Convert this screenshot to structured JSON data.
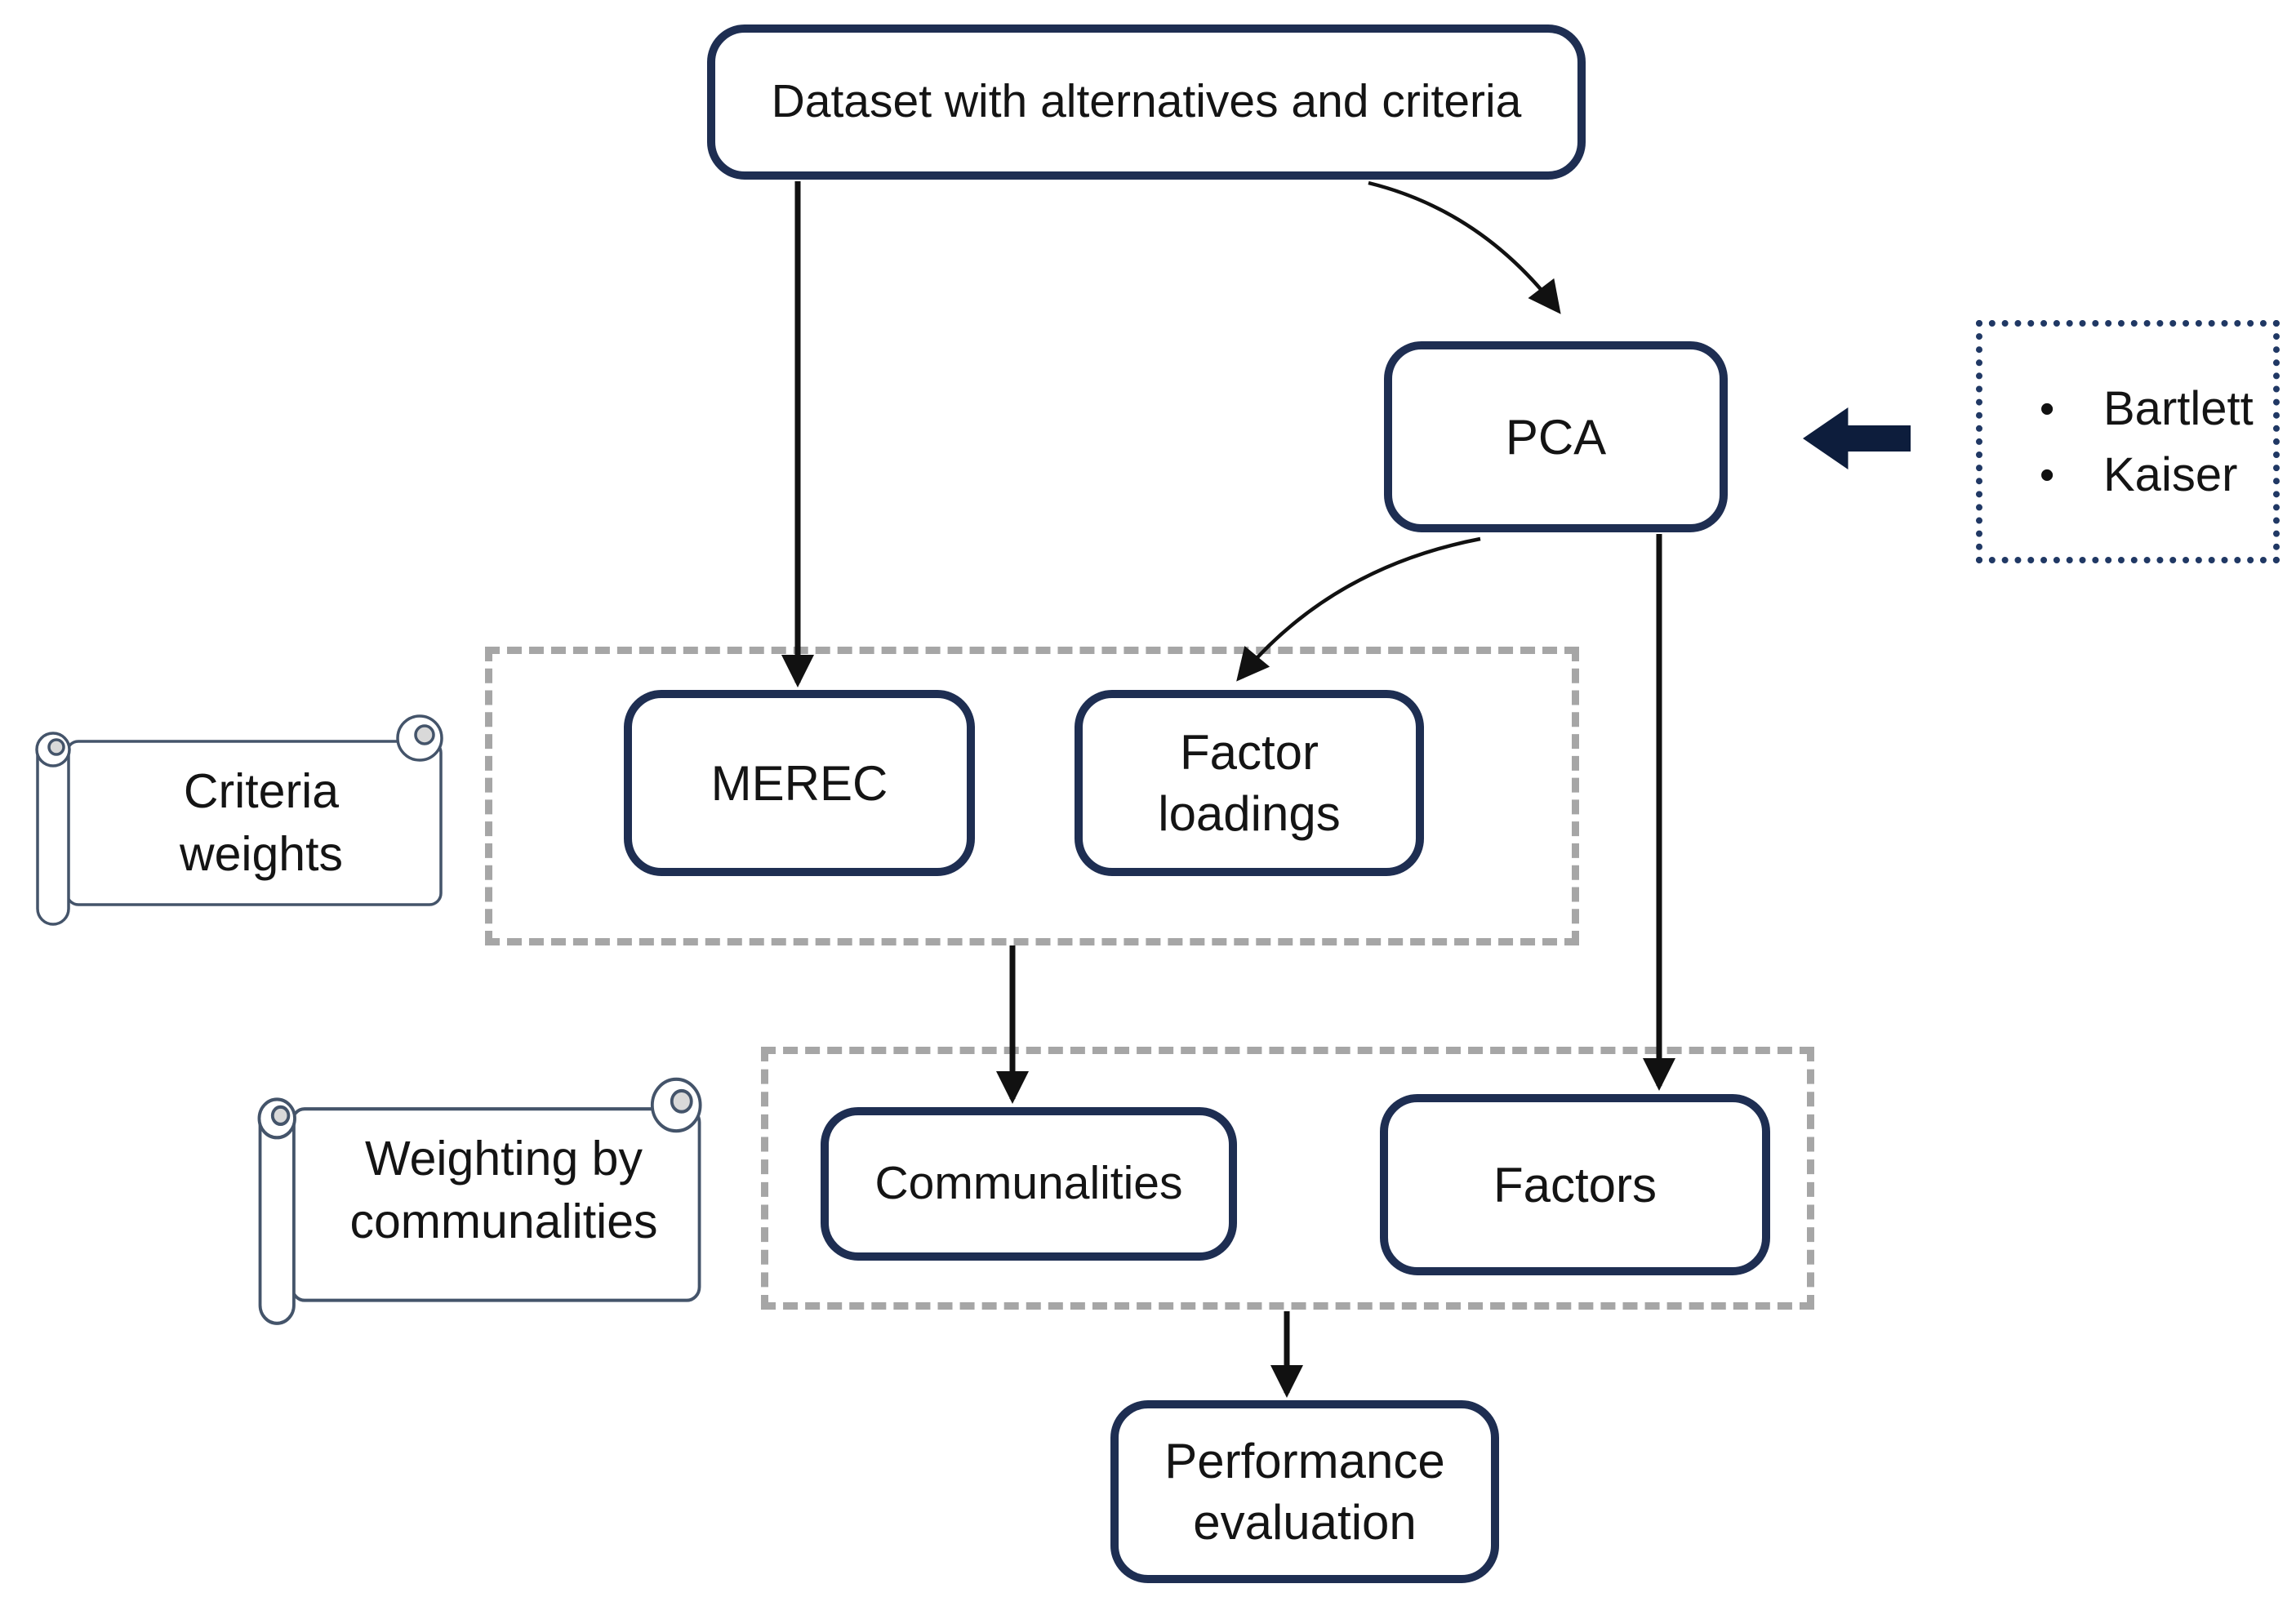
{
  "diagram": {
    "nodes": {
      "dataset": "Dataset with alternatives and criteria",
      "pca": "PCA",
      "merec": "MEREC",
      "factor_loadings": "Factor loadings",
      "communalities": "Communalities",
      "factors": "Factors",
      "performance": "Performance evaluation"
    },
    "side_panel": {
      "bullet": "•",
      "items": [
        "Bartlett",
        "Kaiser"
      ]
    },
    "scrolls": {
      "criteria_weights": "Criteria weights",
      "weighting_by_communalities": "Weighting by communalities"
    },
    "colors": {
      "box_border": "#1e2e52",
      "dashed_group_border": "#a6a6a6",
      "dotted_panel_border": "#203864",
      "scroll_outline": "#44546a",
      "scroll_curl_fill": "#d9d9d9",
      "connector_black": "#111111",
      "block_arrow_fill": "#0d1d3c"
    }
  }
}
